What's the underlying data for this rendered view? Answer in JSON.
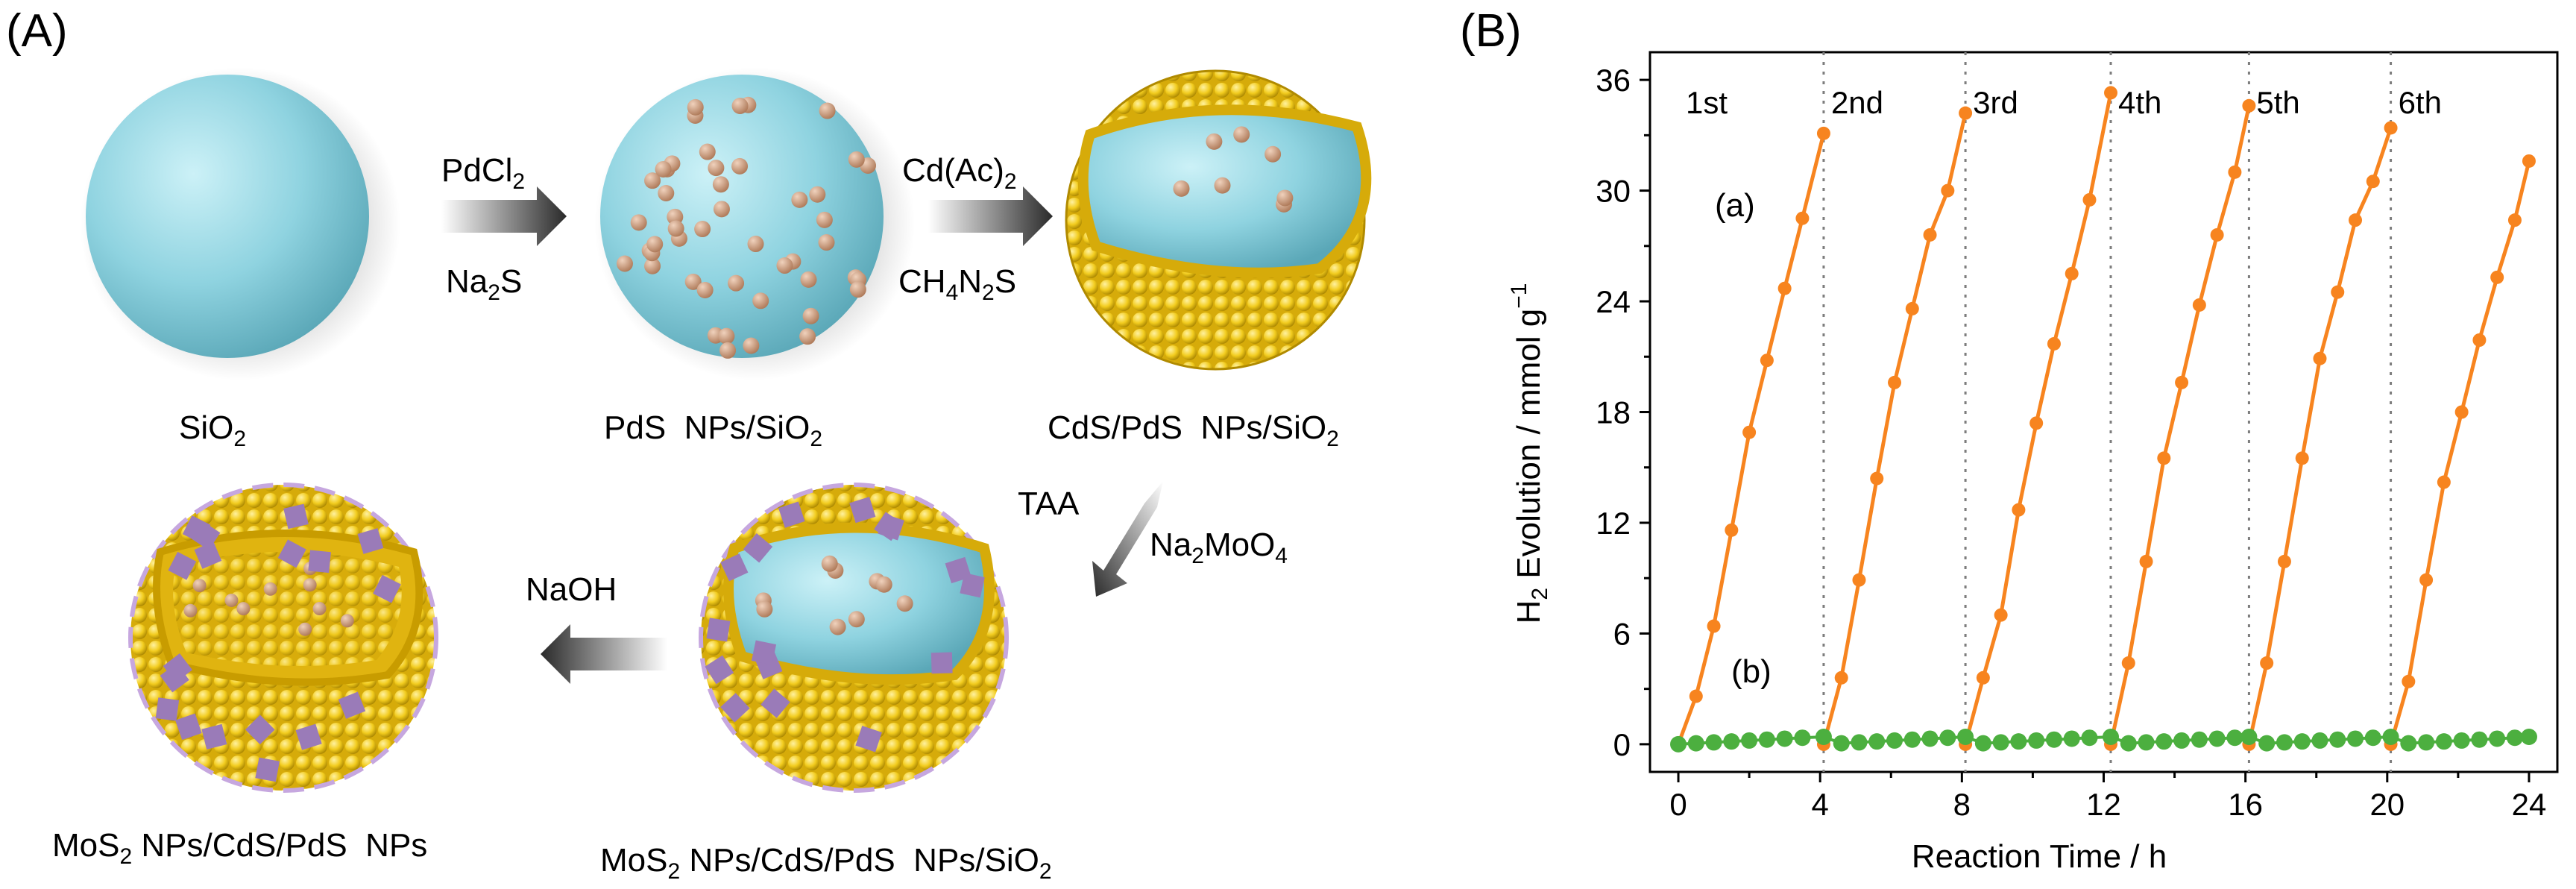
{
  "panel_a": {
    "label": "(A)",
    "arrow1_top": "PdCl",
    "arrow1_top_sub": "2",
    "arrow1_bottom": "Na",
    "arrow1_bottom_sub": "2",
    "arrow1_bottom_tail": "S",
    "arrow2_top": "Cd(Ac)",
    "arrow2_top_sub": "2",
    "arrow2_bottom_a": "CH",
    "arrow2_bottom_sub1": "4",
    "arrow2_bottom_b": "N",
    "arrow2_bottom_sub2": "2",
    "arrow2_bottom_c": "S",
    "arrow3_top": "TAA",
    "arrow3_bottom": "Na",
    "arrow3_bottom_sub1": "2",
    "arrow3_bottom_b": "MoO",
    "arrow3_bottom_sub2": "4",
    "arrow4_label": "NaOH",
    "stage1": "SiO",
    "stage1_sub": "2",
    "stage2": "PdS  NPs/SiO",
    "stage2_sub": "2",
    "stage3": "CdS/PdS  NPs/SiO",
    "stage3_sub": "2",
    "stage4a": "MoS",
    "stage4_sub": "2",
    "stage4b": " NPs/CdS/PdS  NPs/SiO",
    "stage4_sub2": "2",
    "stage5a": "MoS",
    "stage5_sub": "2",
    "stage5b": " NPs/CdS/PdS  NPs"
  },
  "colors": {
    "silica": "#8fd3e0",
    "pds": "#c9987a",
    "cds": "#f2cc1e",
    "mos2": "#9a7bb8",
    "series_a": "#f7841f",
    "series_b": "#4caf3f"
  },
  "panel_b": {
    "label": "(B)",
    "curve_a_label": "(a)",
    "curve_b_label": "(b)",
    "ylabel_pre": "H",
    "ylabel_sub": "2",
    "ylabel_main": " Evolution / mmol g",
    "ylabel_sup": "−1",
    "cycle_labels": [
      "1st",
      "2nd",
      "3rd",
      "4th",
      "5th",
      "6th"
    ]
  },
  "chart_data": {
    "type": "line",
    "xlabel": "Reaction Time / h",
    "ylabel": "H2 Evolution / mmol g−1",
    "xlim": [
      -0.8,
      24.8
    ],
    "ylim": [
      -1.5,
      37.5
    ],
    "xticks": [
      0,
      4,
      8,
      12,
      16,
      20,
      24
    ],
    "yticks": [
      0,
      6,
      12,
      18,
      24,
      30,
      36
    ],
    "cycle_boundaries": [
      4.1,
      8.1,
      12.2,
      16.1,
      20.1
    ],
    "series": [
      {
        "name": "(a)",
        "cycles": [
          {
            "x": [
              0,
              0.5,
              1.0,
              1.5,
              2.0,
              2.5,
              3.0,
              3.5,
              4.1
            ],
            "y": [
              0,
              2.6,
              6.4,
              11.6,
              16.9,
              20.8,
              24.7,
              28.5,
              33.1
            ]
          },
          {
            "x": [
              4.1,
              4.6,
              5.1,
              5.6,
              6.1,
              6.6,
              7.1,
              7.6,
              8.1
            ],
            "y": [
              0,
              3.6,
              8.9,
              14.4,
              19.6,
              23.6,
              27.6,
              30.0,
              34.2
            ]
          },
          {
            "x": [
              8.1,
              8.6,
              9.1,
              9.6,
              10.1,
              10.6,
              11.1,
              11.6,
              12.2
            ],
            "y": [
              0,
              3.6,
              7.0,
              12.7,
              17.4,
              21.7,
              25.5,
              29.5,
              35.3
            ]
          },
          {
            "x": [
              12.2,
              12.7,
              13.2,
              13.7,
              14.2,
              14.7,
              15.2,
              15.7,
              16.1
            ],
            "y": [
              0,
              4.4,
              9.9,
              15.5,
              19.6,
              23.8,
              27.6,
              31.0,
              34.6
            ]
          },
          {
            "x": [
              16.1,
              16.6,
              17.1,
              17.6,
              18.1,
              18.6,
              19.1,
              19.6,
              20.1
            ],
            "y": [
              0,
              4.4,
              9.9,
              15.5,
              20.9,
              24.5,
              28.4,
              30.5,
              33.4
            ]
          },
          {
            "x": [
              20.1,
              20.6,
              21.1,
              21.6,
              22.1,
              22.6,
              23.1,
              23.6,
              24.0
            ],
            "y": [
              0,
              3.4,
              8.9,
              14.2,
              18.0,
              21.9,
              25.3,
              28.4,
              31.6
            ]
          }
        ]
      },
      {
        "name": "(b)",
        "x": [
          0,
          0.5,
          1.0,
          1.5,
          2.0,
          2.5,
          3.0,
          3.5,
          4.1,
          4.6,
          5.1,
          5.6,
          6.1,
          6.6,
          7.1,
          7.6,
          8.1,
          8.6,
          9.1,
          9.6,
          10.1,
          10.6,
          11.1,
          11.6,
          12.2,
          12.7,
          13.2,
          13.7,
          14.2,
          14.7,
          15.2,
          15.7,
          16.1,
          16.6,
          17.1,
          17.6,
          18.1,
          18.6,
          19.1,
          19.6,
          20.1,
          20.6,
          21.1,
          21.6,
          22.1,
          22.6,
          23.1,
          23.6,
          24.0
        ],
        "y": [
          0,
          0.05,
          0.1,
          0.15,
          0.2,
          0.25,
          0.3,
          0.35,
          0.4,
          0.05,
          0.1,
          0.15,
          0.2,
          0.25,
          0.3,
          0.35,
          0.4,
          0.05,
          0.1,
          0.15,
          0.2,
          0.25,
          0.3,
          0.35,
          0.4,
          0.05,
          0.1,
          0.15,
          0.2,
          0.25,
          0.3,
          0.35,
          0.4,
          0.05,
          0.1,
          0.15,
          0.2,
          0.25,
          0.3,
          0.35,
          0.4,
          0.05,
          0.1,
          0.15,
          0.2,
          0.25,
          0.3,
          0.35,
          0.4
        ]
      }
    ]
  }
}
